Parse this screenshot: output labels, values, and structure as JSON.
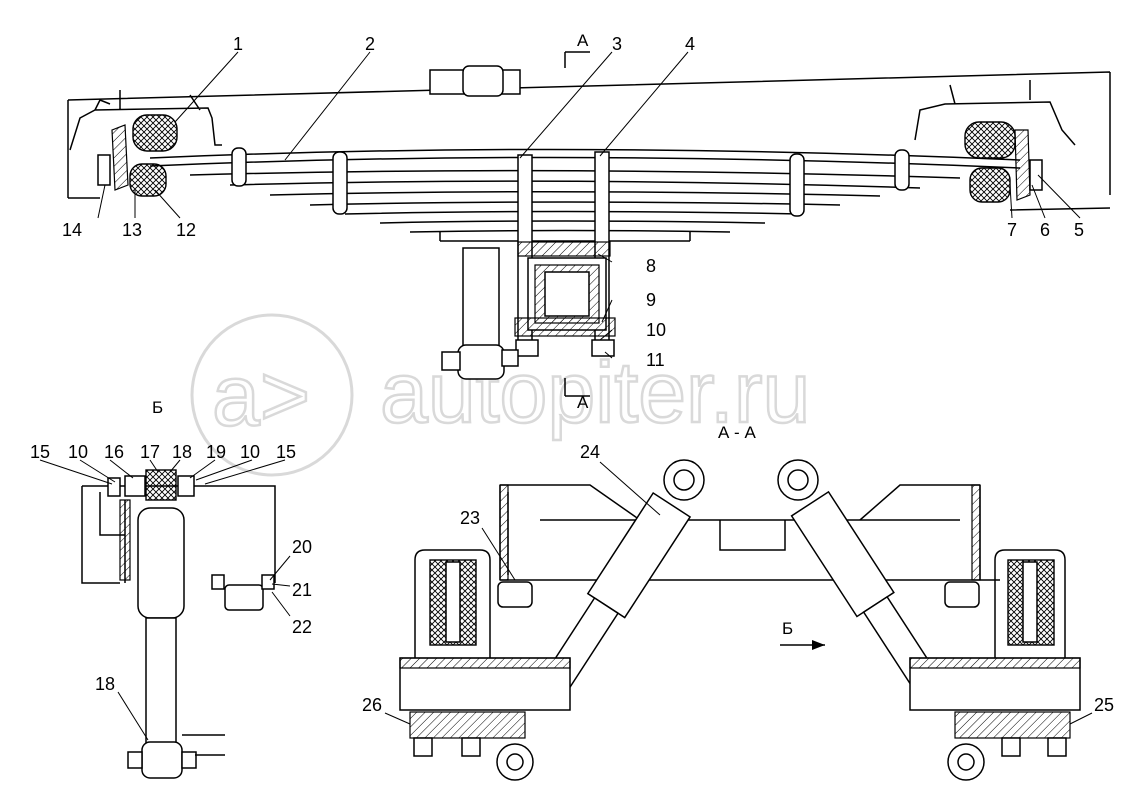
{
  "watermark": {
    "text": "autopiter.ru",
    "logo_glyph": "a>"
  },
  "captions": {
    "section_top": "А",
    "section_bottom": "А",
    "view_b_left": "Б",
    "section_aa": "А - А",
    "arrow_b": "Б"
  },
  "callouts": {
    "n1": "1",
    "n2": "2",
    "n3": "3",
    "n4": "4",
    "n5": "5",
    "n6": "6",
    "n7": "7",
    "n8": "8",
    "n9": "9",
    "n10": "10",
    "n11": "11",
    "n12": "12",
    "n13": "13",
    "n14": "14",
    "v15a": "15",
    "v10a": "10",
    "v16": "16",
    "v17": "17",
    "v18": "18",
    "v19": "19",
    "v10b": "10",
    "v15b": "15",
    "v20": "20",
    "v21": "21",
    "v22": "22",
    "v18b": "18",
    "s23": "23",
    "s24": "24",
    "s25": "25",
    "s26": "26"
  },
  "colors": {
    "ink": "#000000",
    "paper": "#ffffff",
    "watermark": "#d9d9d9"
  }
}
